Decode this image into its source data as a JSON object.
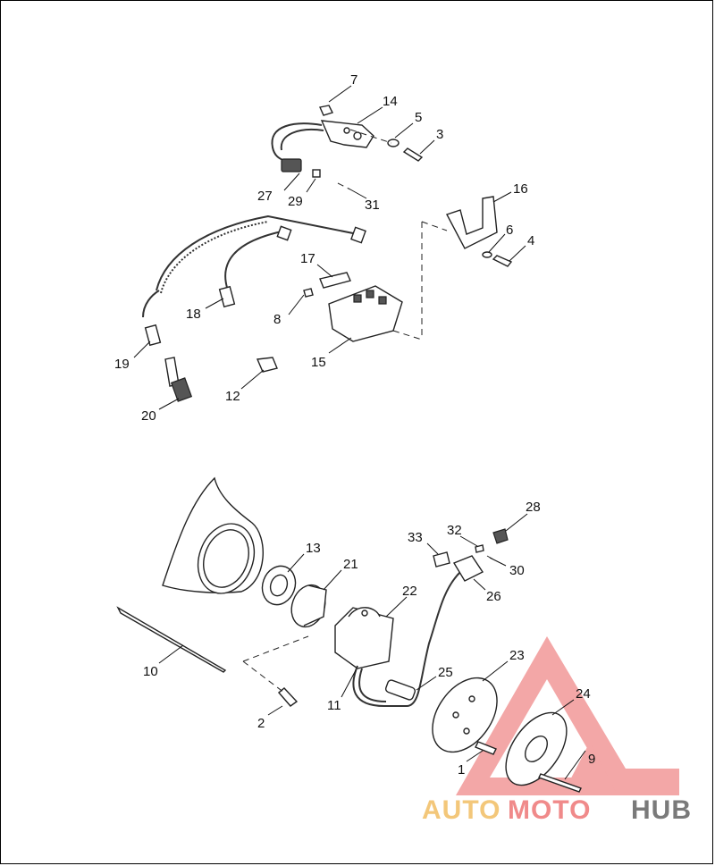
{
  "callouts": [
    {
      "id": "7",
      "label": "7"
    },
    {
      "id": "14",
      "label": "14"
    },
    {
      "id": "5",
      "label": "5"
    },
    {
      "id": "3",
      "label": "3"
    },
    {
      "id": "27",
      "label": "27"
    },
    {
      "id": "29",
      "label": "29"
    },
    {
      "id": "31",
      "label": "31"
    },
    {
      "id": "16",
      "label": "16"
    },
    {
      "id": "6",
      "label": "6"
    },
    {
      "id": "4",
      "label": "4"
    },
    {
      "id": "17",
      "label": "17"
    },
    {
      "id": "18",
      "label": "18"
    },
    {
      "id": "8",
      "label": "8"
    },
    {
      "id": "19",
      "label": "19"
    },
    {
      "id": "15",
      "label": "15"
    },
    {
      "id": "12",
      "label": "12"
    },
    {
      "id": "20",
      "label": "20"
    },
    {
      "id": "28",
      "label": "28"
    },
    {
      "id": "32",
      "label": "32"
    },
    {
      "id": "33",
      "label": "33"
    },
    {
      "id": "30",
      "label": "30"
    },
    {
      "id": "13",
      "label": "13"
    },
    {
      "id": "21",
      "label": "21"
    },
    {
      "id": "22",
      "label": "22"
    },
    {
      "id": "26",
      "label": "26"
    },
    {
      "id": "10",
      "label": "10"
    },
    {
      "id": "23",
      "label": "23"
    },
    {
      "id": "25",
      "label": "25"
    },
    {
      "id": "24",
      "label": "24"
    },
    {
      "id": "2",
      "label": "2"
    },
    {
      "id": "11",
      "label": "11"
    },
    {
      "id": "1",
      "label": "1"
    },
    {
      "id": "9",
      "label": "9"
    }
  ],
  "watermark": {
    "part1": "AUTO",
    "part2": "MOTO",
    "part3": "HUB",
    "color_auto": "#f3c77a",
    "color_moto": "#f08a8a",
    "color_hub": "#7a7a7a",
    "triangle_color": "#f08a8a"
  }
}
